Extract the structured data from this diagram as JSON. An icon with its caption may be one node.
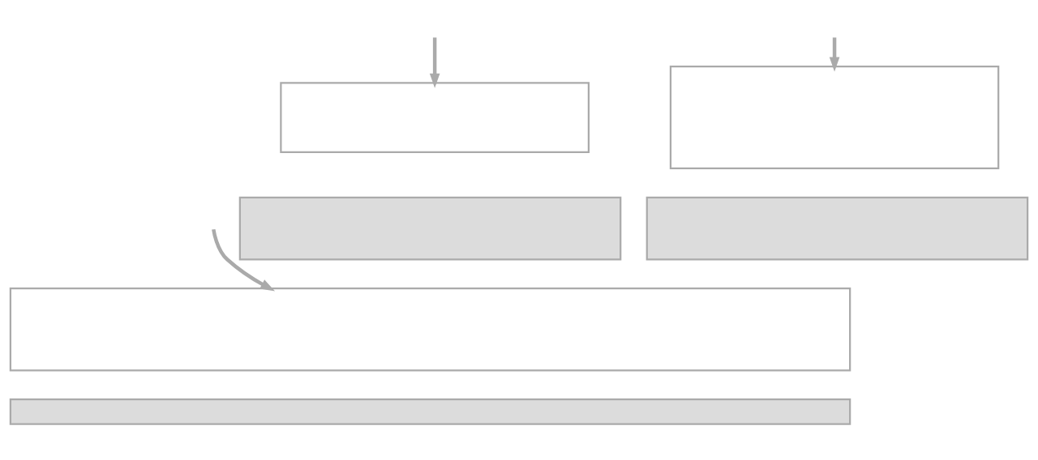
{
  "diagram": {
    "nodes": [
      {
        "text": [],
        "shape": "box"
      },
      {
        "text": [],
        "shape": "box"
      },
      {
        "text": [],
        "shape": "box"
      },
      {
        "text": [],
        "shape": "box"
      },
      {
        "text": [],
        "shape": "box"
      },
      {
        "text": [],
        "shape": "box"
      }
    ],
    "edges": [
      {
        "from": null,
        "to": 0,
        "arrow": "to"
      },
      {
        "from": null,
        "to": 1,
        "arrow": "to"
      },
      {
        "from": null,
        "to": 4,
        "arrow": "to"
      }
    ]
  }
}
